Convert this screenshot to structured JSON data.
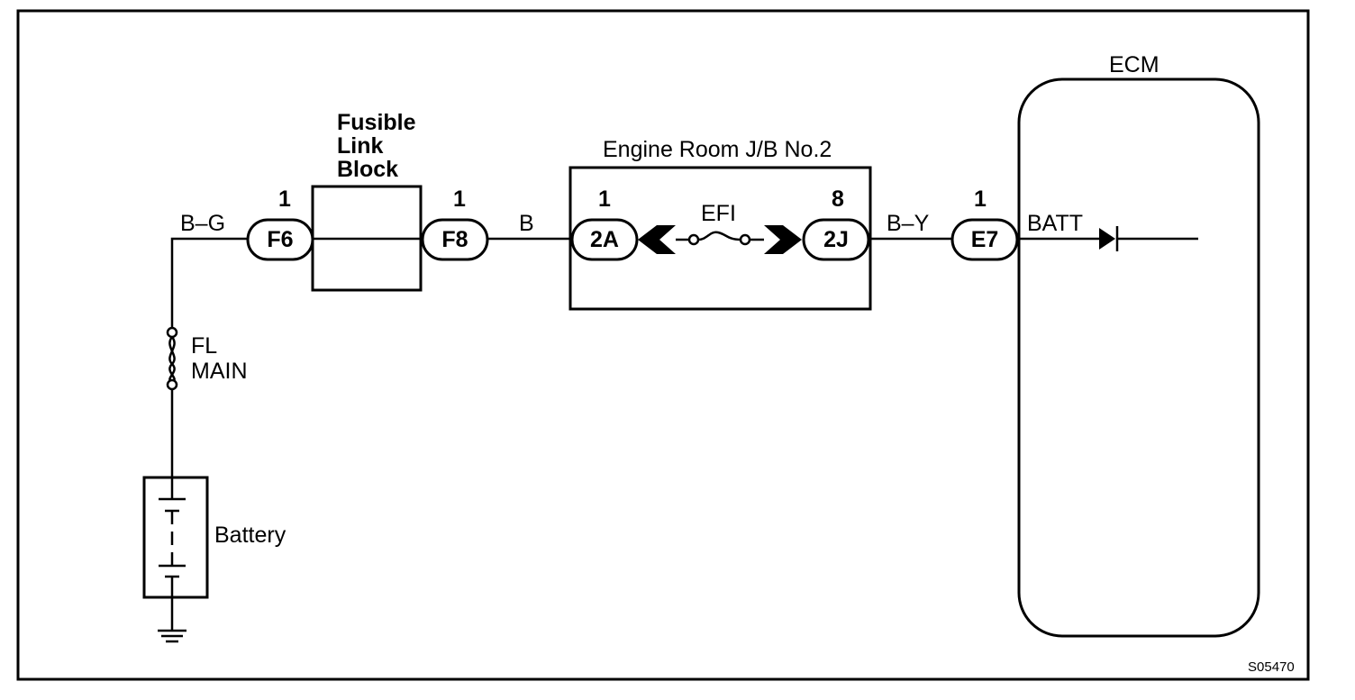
{
  "diagram": {
    "code": "S05470",
    "battery_label": "Battery",
    "fl_main": {
      "line1": "FL",
      "line2": "MAIN"
    },
    "fusible_link_block": {
      "line1": "Fusible",
      "line2": "Link",
      "line3": "Block"
    },
    "engine_room_jb": "Engine Room J/B No.2",
    "efi_label": "EFI",
    "ecm_label": "ECM",
    "batt_label": "BATT",
    "wires": {
      "bg": "B–G",
      "b": "B",
      "by": "B–Y"
    },
    "connectors": [
      {
        "id": "F6",
        "pin": "1"
      },
      {
        "id": "F8",
        "pin": "1"
      },
      {
        "id": "2A",
        "pin": "1"
      },
      {
        "id": "2J",
        "pin": "8"
      },
      {
        "id": "E7",
        "pin": "1"
      }
    ]
  }
}
